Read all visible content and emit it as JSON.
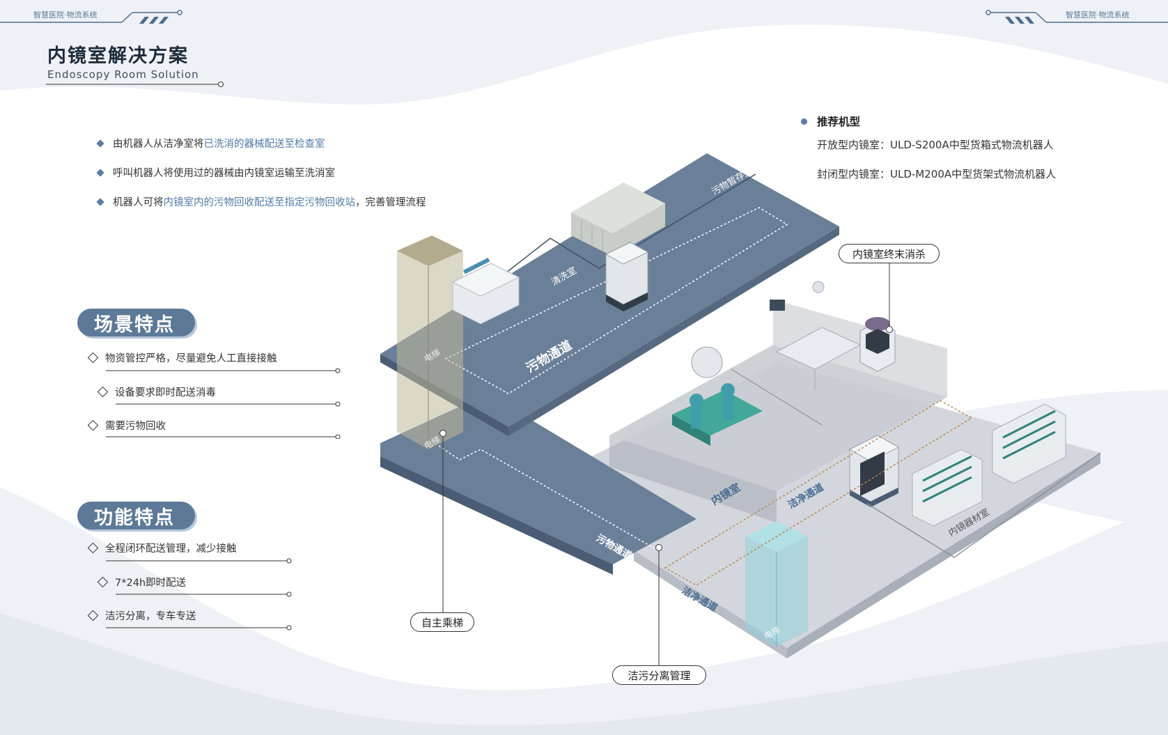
{
  "header": {
    "left_label": "智慧医院·物流系统",
    "right_label": "智慧医院·物流系统"
  },
  "title": {
    "zh": "内镜室解决方案",
    "en": "Endoscopy Room Solution"
  },
  "bullets": [
    {
      "before": "由机器人从洁净室将",
      "highlight": "已洗消的器械配送至检查室",
      "after": ""
    },
    {
      "before": "呼叫机器人将使用过的器械由内镜室运输至洗消室",
      "highlight": "",
      "after": ""
    },
    {
      "before": "机器人可将",
      "highlight": "内镜室内的污物回收配送至指定污物回收站",
      "after": "，完善管理流程"
    }
  ],
  "scene_features": {
    "title": "场景特点",
    "items": [
      "物资管控严格，尽量避免人工直接接触",
      "设备要求即时配送消毒",
      "需要污物回收"
    ]
  },
  "function_features": {
    "title": "功能特点",
    "items": [
      "全程闭环配送管理，减少接触",
      "7*24h即时配送",
      "洁污分离，专车专送"
    ]
  },
  "recommended": {
    "title": "推荐机型",
    "lines": [
      "开放型内镜室：ULD-S200A中型货箱式物流机器人",
      "封闭型内镜室：ULD-M200A中型货架式物流机器人"
    ]
  },
  "callouts": {
    "terminal_disinfection": "内镜室终末消杀",
    "auto_elevator": "自主乘梯",
    "clean_dirty_separation": "洁污分离管理"
  },
  "floor_labels": {
    "dirty_storage": "污物暂存室",
    "wash_room": "清洗室",
    "dirty_corridor_upper": "污物通道",
    "elevator_upper": "电梯",
    "elevator_lower": "电梯",
    "dirty_corridor_lower": "污物通道",
    "endoscopy_room": "内镜室",
    "clean_corridor_mid": "洁净通道",
    "clean_corridor_low": "洁净通道",
    "endoscopy_materials_room": "内镜器材室",
    "elevator_right": "电梯"
  },
  "colors": {
    "accent": "#5c7a97",
    "floor_dark": "#6a7f98",
    "floor_light": "#d3d6dc",
    "highlight_text": "#4f7aa6"
  }
}
